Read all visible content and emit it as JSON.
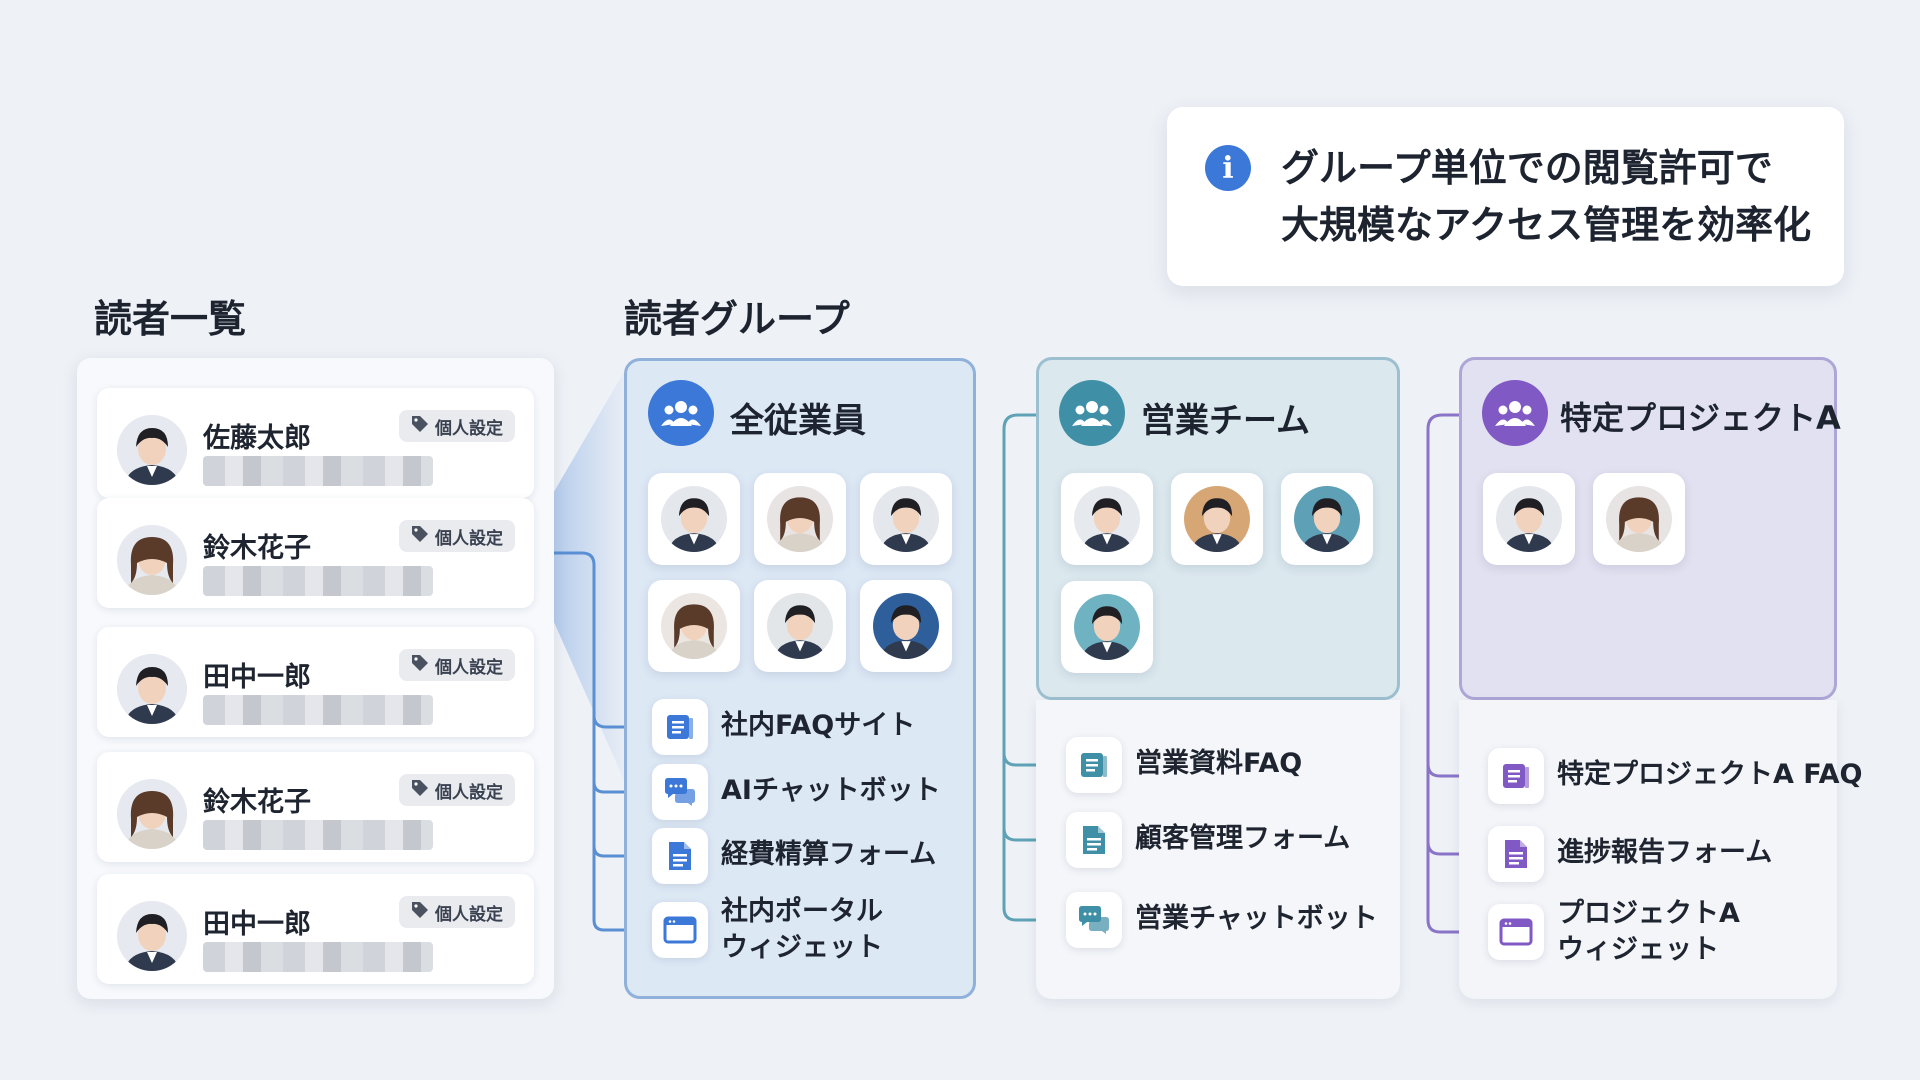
{
  "info": {
    "line1": "グループ単位での閲覧許可で",
    "line2": "大規模なアクセス管理を効率化"
  },
  "reader_list": {
    "title": "読者一覧",
    "badge": "個人設定",
    "readers": [
      {
        "name": "佐藤太郎",
        "gender": "m"
      },
      {
        "name": "鈴木花子",
        "gender": "f"
      },
      {
        "name": "田中一郎",
        "gender": "m"
      },
      {
        "name": "鈴木花子",
        "gender": "f"
      },
      {
        "name": "田中一郎",
        "gender": "m"
      }
    ]
  },
  "groups_title": "読者グループ",
  "groups": {
    "all": {
      "name": "全従業員",
      "color": "#3b78d8",
      "resources": [
        {
          "label": "社内FAQサイト",
          "icon": "book-icon"
        },
        {
          "label": "AIチャットボット",
          "icon": "chat-bubbles-icon"
        },
        {
          "label": "経費精算フォーム",
          "icon": "document-icon"
        },
        {
          "label_line1": "社内ポータル",
          "label_line2": "ウィジェット",
          "icon": "window-icon"
        }
      ]
    },
    "sales": {
      "name": "営業チーム",
      "color": "#3f8fa6",
      "resources": [
        {
          "label": "営業資料FAQ",
          "icon": "book-icon"
        },
        {
          "label": "顧客管理フォーム",
          "icon": "document-icon"
        },
        {
          "label": "営業チャットボット",
          "icon": "chat-bubbles-icon"
        }
      ]
    },
    "project": {
      "name": "特定プロジェクトA",
      "color": "#8059c4",
      "resources": [
        {
          "label": "特定プロジェクトA FAQ",
          "icon": "book-icon"
        },
        {
          "label": "進捗報告フォーム",
          "icon": "document-icon"
        },
        {
          "label_line1": "プロジェクトA",
          "label_line2": "ウィジェット",
          "icon": "window-icon"
        }
      ]
    }
  }
}
